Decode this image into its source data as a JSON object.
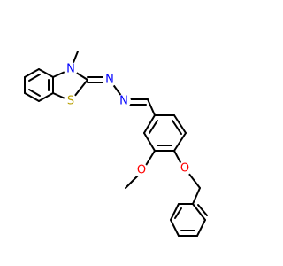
{
  "molecule": {
    "colors": {
      "bond": "#000000",
      "nitrogen": "#0000ff",
      "oxygen": "#ff0000",
      "sulfur": "#b8a000"
    },
    "atoms": {
      "n_thiazole": "N",
      "s_thiazole": "S",
      "n_hydrazone_1": "N",
      "n_hydrazone_2": "N",
      "o_methoxy": "O",
      "o_benzyloxy": "O"
    }
  }
}
